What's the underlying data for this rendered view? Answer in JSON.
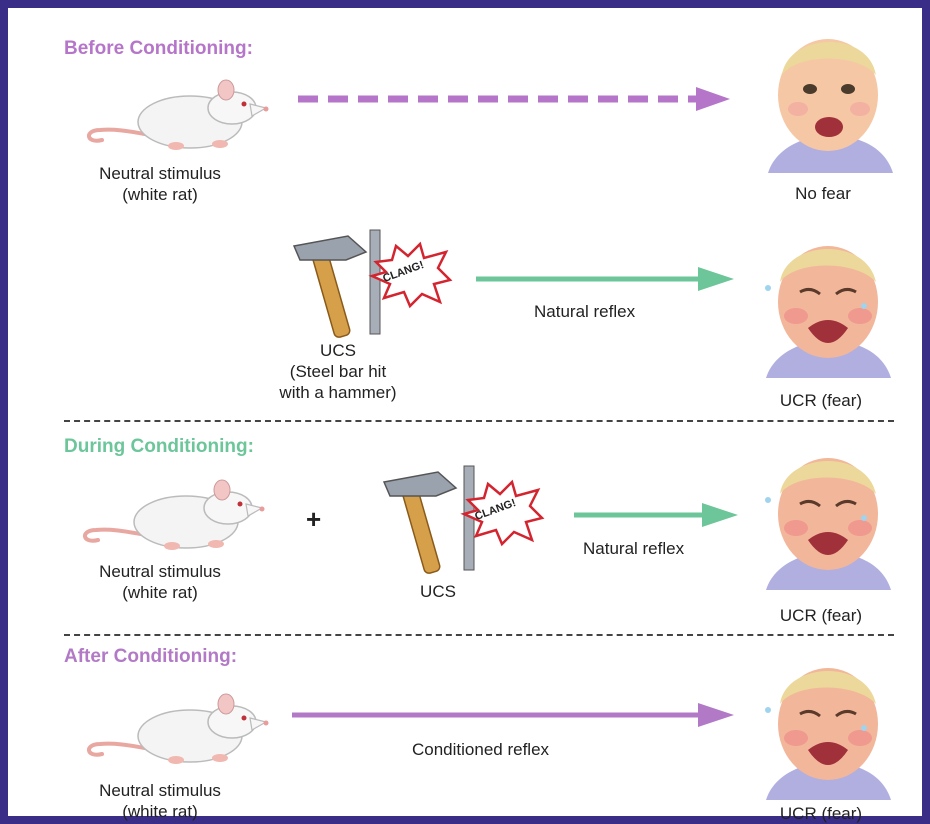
{
  "colors": {
    "frame": "#3a2d88",
    "before": "#b576c9",
    "during": "#6cc69a",
    "after": "#b27ac6",
    "natural_arrow": "#6cc69a",
    "conditioned_arrow": "#b27ac6"
  },
  "before": {
    "title": "Before Conditioning:",
    "rat_caption_line1": "Neutral stimulus",
    "rat_caption_line2": "(white rat)",
    "baby_caption": "No fear",
    "ucs_caption_line1": "UCS",
    "ucs_caption_line2": "(Steel bar hit",
    "ucs_caption_line3": "with a hammer)",
    "reflex_label": "Natural reflex",
    "ucr_caption": "UCR (fear)",
    "clang": "CLANG!"
  },
  "during": {
    "title": "During Conditioning:",
    "rat_caption_line1": "Neutral stimulus",
    "rat_caption_line2": "(white rat)",
    "plus": "+",
    "ucs_caption": "UCS",
    "reflex_label": "Natural reflex",
    "ucr_caption": "UCR (fear)",
    "clang": "CLANG!"
  },
  "after": {
    "title": "After Conditioning:",
    "rat_caption_line1": "Neutral stimulus",
    "rat_caption_line2": "(white rat)",
    "reflex_label": "Conditioned reflex",
    "ucr_caption": "UCR (fear)"
  },
  "icons": [
    "white-rat-icon",
    "baby-face-icon",
    "hammer-icon",
    "steel-bar-icon",
    "clang-burst-icon",
    "arrow-icon"
  ]
}
